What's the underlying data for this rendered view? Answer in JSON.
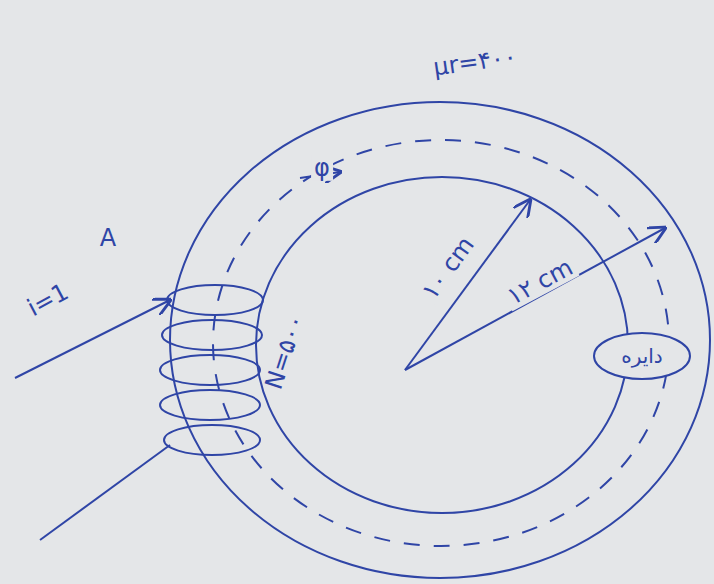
{
  "diagram": {
    "nodes": [
      {
        "text": [
          "دایره"
        ]
      }
    ],
    "labels": [
      "μr=۴۰۰",
      "φ",
      "i=1",
      "A",
      "N=۵۰۰",
      "۱۰ cm",
      "۱۲ cm"
    ]
  }
}
